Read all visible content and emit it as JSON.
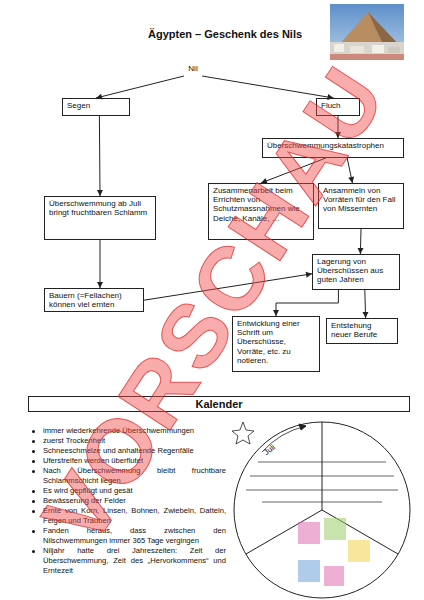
{
  "diagram": {
    "title": "Ägypten – Geschenk des Nils",
    "nodes": [
      {
        "text": [
          "Nil"
        ]
      },
      {
        "text": [
          "Segen"
        ]
      },
      {
        "text": [
          "Fluch"
        ]
      },
      {
        "text": [
          "Überschwemmungskatastrophen"
        ]
      },
      {
        "text": [
          "Überschwemmung ab Juli bringt fruchtbaren Schlamm"
        ]
      },
      {
        "text": [
          "Zusammenarbeit beim Errichten von Schutzmassnahmen wie Deiche, Kanäle, …"
        ]
      },
      {
        "text": [
          "Ansammeln von Vorräten für den Fall von Missernten"
        ]
      },
      {
        "text": [
          "Lagerung von Überschüssen aus guten Jahren"
        ]
      },
      {
        "text": [
          "Bauern (=Fellachen) können viel ernten"
        ]
      },
      {
        "text": [
          "Entwicklung einer Schrift um Überschüsse, Vorräte, etc. zu notieren."
        ]
      },
      {
        "text": [
          "Entstehung neuer Berufe"
        ]
      },
      {
        "text": [
          "Kalender"
        ]
      }
    ],
    "edges": [
      {
        "from": 0,
        "to": 1,
        "arrow": "to"
      },
      {
        "from": 0,
        "to": 2,
        "arrow": "to"
      },
      {
        "from": 1,
        "to": 4,
        "arrow": "to"
      },
      {
        "from": 2,
        "to": 3,
        "arrow": "to"
      },
      {
        "from": 3,
        "to": 5,
        "arrow": "to"
      },
      {
        "from": 3,
        "to": 6,
        "arrow": "to"
      },
      {
        "from": 4,
        "to": 8,
        "arrow": "to"
      },
      {
        "from": 6,
        "to": 7,
        "arrow": "to"
      },
      {
        "from": 8,
        "to": 7,
        "arrow": "to"
      },
      {
        "from": 7,
        "to": 9,
        "arrow": "to"
      },
      {
        "from": 7,
        "to": 10,
        "arrow": "to"
      }
    ],
    "labels": [
      "immer wiederkehrende Überschwemmungen",
      "zuerst Trockenheit",
      "Schneeschmelze und anhaltende Regenfälle",
      "Uferstreifen werden überflutet",
      "Nach Überschwemmung bleibt fruchtbare Schlammschicht liegen",
      "Es wird gepflügt und gesät",
      "Bewässerung der Felder",
      "Ernte von Korn, Linsen, Bohnen, Zwiebeln, Datteln, Feigen und Trauben",
      "Fanden heraus, dass zwischen den Nilschwemmungen immer 365 Tage vergingen",
      "Niljahr hatte drei Jahreszeiten: Zeit der Überschwemmung, Zeit des „Hervorkommens“ und Erntezeit",
      "Juli",
      "VORSCHAU"
    ]
  }
}
